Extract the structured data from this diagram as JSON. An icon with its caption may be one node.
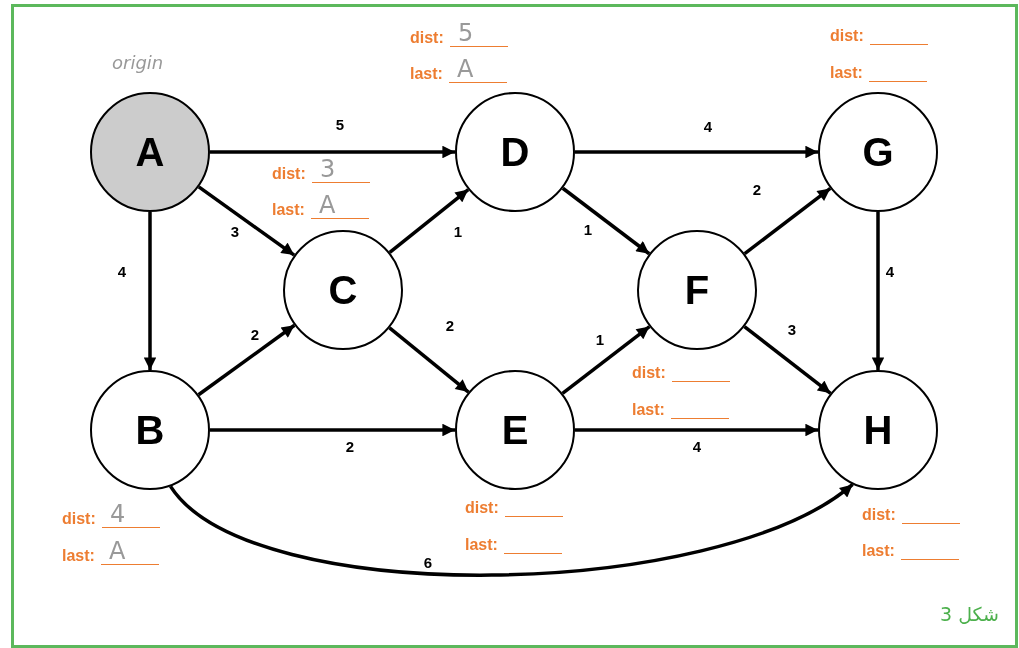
{
  "diagram": {
    "caption": "شكل 3",
    "nodes": [
      {
        "text": [
          "A"
        ]
      },
      {
        "text": [
          "D"
        ],
        "beside": [
          "dist:",
          "5",
          "last:",
          "A"
        ]
      },
      {
        "text": [
          "G"
        ],
        "beside": [
          "dist:",
          "last:"
        ]
      },
      {
        "text": [
          "C"
        ],
        "beside": [
          "dist:",
          "3",
          "last:",
          "A"
        ]
      },
      {
        "text": [
          "F"
        ],
        "beside": [
          "dist:",
          "last:"
        ]
      },
      {
        "text": [
          "B"
        ],
        "beside": [
          "dist:",
          "4",
          "last:",
          "A"
        ]
      },
      {
        "text": [
          "E"
        ],
        "beside": [
          "dist:",
          "last:"
        ]
      },
      {
        "text": [
          "H"
        ],
        "beside": [
          "dist:",
          "last:"
        ]
      }
    ],
    "edges": [
      {
        "from": 0,
        "to": 1,
        "arrow": "to",
        "label": "5"
      },
      {
        "from": 0,
        "to": 3,
        "arrow": "to",
        "label": "3"
      },
      {
        "from": 0,
        "to": 5,
        "arrow": "to",
        "label": "4"
      },
      {
        "from": 3,
        "to": 1,
        "arrow": "to",
        "label": "1"
      },
      {
        "from": 5,
        "to": 3,
        "arrow": "to",
        "label": "2"
      },
      {
        "from": 3,
        "to": 6,
        "arrow": "to",
        "label": "2"
      },
      {
        "from": 5,
        "to": 6,
        "arrow": "to",
        "label": "2"
      },
      {
        "from": 1,
        "to": 2,
        "arrow": "to",
        "label": "4"
      },
      {
        "from": 1,
        "to": 4,
        "arrow": "to",
        "label": "1"
      },
      {
        "from": 6,
        "to": 4,
        "arrow": "to",
        "label": "1"
      },
      {
        "from": 4,
        "to": 2,
        "arrow": "to",
        "label": "2"
      },
      {
        "from": 4,
        "to": 7,
        "arrow": "to",
        "label": "3"
      },
      {
        "from": 6,
        "to": 7,
        "arrow": "to",
        "label": "4"
      },
      {
        "from": 2,
        "to": 7,
        "arrow": "to",
        "label": "4"
      },
      {
        "from": 5,
        "to": 7,
        "arrow": "to",
        "label": "6"
      }
    ],
    "labels": [
      "origin"
    ]
  }
}
